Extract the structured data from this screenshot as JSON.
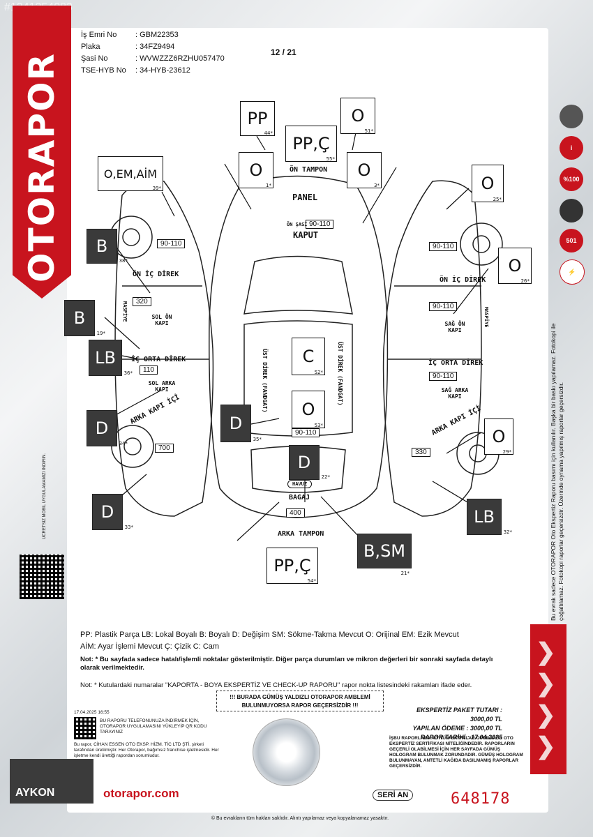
{
  "watermark": "#1241254083",
  "brand": {
    "name": "OTORAPOR",
    "accent": "#c8141e"
  },
  "header": {
    "is_emri_label": "İş Emri No",
    "is_emri_value": ": GBM22353",
    "plaka_label": "Plaka",
    "plaka_value": ": 34FZ9494",
    "sasi_label": "Şasi No",
    "sasi_value": ": WVWZZZ6RZHU057470",
    "tse_label": "TSE-HYB No",
    "tse_value": ": 34-HYB-23612",
    "page": "12 / 21"
  },
  "boxes": [
    {
      "code": "PP",
      "num": "44*"
    },
    {
      "code": "PP,Ç",
      "num": "55*"
    },
    {
      "code": "O",
      "num": "51*"
    },
    {
      "code": "O,EM,AİM",
      "num": "39*"
    },
    {
      "code": "O",
      "num": "1*"
    },
    {
      "code": "O",
      "num": "3*"
    },
    {
      "code": "O",
      "num": "25*"
    },
    {
      "code": "B",
      "num": "38*"
    },
    {
      "code": "O",
      "num": "26*"
    },
    {
      "code": "B",
      "num": "19*"
    },
    {
      "code": "LB",
      "num": "36*"
    },
    {
      "code": "C",
      "num": "52*"
    },
    {
      "code": "O",
      "num": "53*"
    },
    {
      "code": "D",
      "num": "35*"
    },
    {
      "code": "D",
      "num": "34*"
    },
    {
      "code": "O",
      "num": "29*"
    },
    {
      "code": "D",
      "num": "22*"
    },
    {
      "code": "D",
      "num": "33*"
    },
    {
      "code": "LB",
      "num": "32*"
    },
    {
      "code": "B,SM",
      "num": "21*"
    },
    {
      "code": "PP,Ç",
      "num": "54*"
    }
  ],
  "measures": [
    "90-110",
    "320",
    "110",
    "700",
    "90-110",
    "90-110",
    "90-110",
    "90-110",
    "330",
    "90-110",
    "400"
  ],
  "labels": {
    "on_tampon": "ÖN TAMPON",
    "panel": "PANEL",
    "kaput": "KAPUT",
    "on_sasi": "ÖN ŞASİ",
    "bagaj": "BAGAJ",
    "arka_tampon": "ARKA TAMPON",
    "havuz": "HAVUZ",
    "sol_on_kapi": "SOL ÖN KAPI",
    "sol_arka_kapi": "SOL ARKA KAPI",
    "sag_on_kapi": "SAĞ ÖN KAPI",
    "sag_arka_kapi": "SAĞ ARKA KAPI",
    "on_ic_direk": "ÖN İÇ DİREK",
    "ic_orta_direk": "İÇ ORTA DİREK",
    "arka_kapi_ici": "ARKA KAPI İÇİ",
    "ust_direk": "ÜST DİREK (FANDGAT)",
    "maspiye": "MASPİYE"
  },
  "legend": {
    "line1": "PP: Plastik Parça  LB: Lokal Boyalı  B: Boyalı  D: Değişim  SM: Sökme-Takma Mevcut  O: Orijinal  EM: Ezik Mevcut",
    "line2": "AİM: Ayar İşlemi Mevcut  Ç: Çizik  C: Cam"
  },
  "notes": {
    "note1": "Not: * Bu sayfada sadece hatalı/işlemli noktalar gösterilmiştir. Diğer parça durumları ve mikron değerleri bir sonraki sayfada detaylı olarak verilmektedir.",
    "note2": "Not: * Kutulardaki numaralar \"KAPORTA - BOYA EKSPERTİZ VE CHECK-UP RAPORU\" rapor nokta listesindeki rakamları ifade eder."
  },
  "warning": "!!! BURADA GÜMÜŞ YALDIZLI OTORAPOR AMBLEMİ BULUNMUYORSA RAPOR GEÇERSİZDİR !!!",
  "date": "17.04.2025 16:55",
  "app_text": "BU RAPORU TELEFONUNUZA İNDİRMEK İÇİN, OTORAPOR UYGULAMASINI YÜKLEYİP QR KODU TARAYINIZ",
  "franchise_text": "Bu rapor, CİHAN ESSEN OTO EKSP. HİZM. TİC LTD ŞTİ. şirketi tarafından üretilmiştir. Her Otorapor, bağımsız franchise işletmesidir. Her işletme kendi ürettiği rapordan sorumludur.",
  "pricing": {
    "paket": "EKSPERTİZ PAKET TUTARI : 3000,00 TL",
    "odeme": "YAPILAN ÖDEME : 3000,00 TL",
    "tarih": "RAPOR TARİHİ : 17.04.2025"
  },
  "rights_text": "İŞBU RAPORLARA AİT TÜM SAYFALAR OTORAPOR OTO EKSPERTİZ SERTİFİKASI NİTELİĞİNDEDİR. RAPORLARIN GEÇERLİ OLABİLMESİ İÇİN HER SAYFADA GÜMÜŞ HOLOGRAM BULUNMAK ZORUNDADIR. GÜMÜŞ HOLOGRAM BULUNMAYAN, ANTETLİ KAĞIDA BASILMAMIŞ RAPORLAR GEÇERSİZDİR.",
  "url": "otorapor.com",
  "seri": "SERİ AN",
  "serial": "648178",
  "footer": "© Bu evrakların tüm hakları saklıdır. Alıntı yapılamaz veya kopyalanamaz yasaktır.",
  "vertical_note": "Bu evrak sadece OTORAPOR Oto Ekspertiz Raporu basımı için kullanılır. Başka bir baskı yapılamaz. Fotokopi ile çoğaltılamaz. Fotokopi raporlar geçersizdir. Üzerinde oynama yapılmış raporlar geçersizdir.",
  "badges": [
    "i",
    "%100",
    "501"
  ],
  "ayk": "AYKON",
  "mobil": "ÜCRETSİZ MOBİL UYGULAMAMIZI İNDİRİN."
}
